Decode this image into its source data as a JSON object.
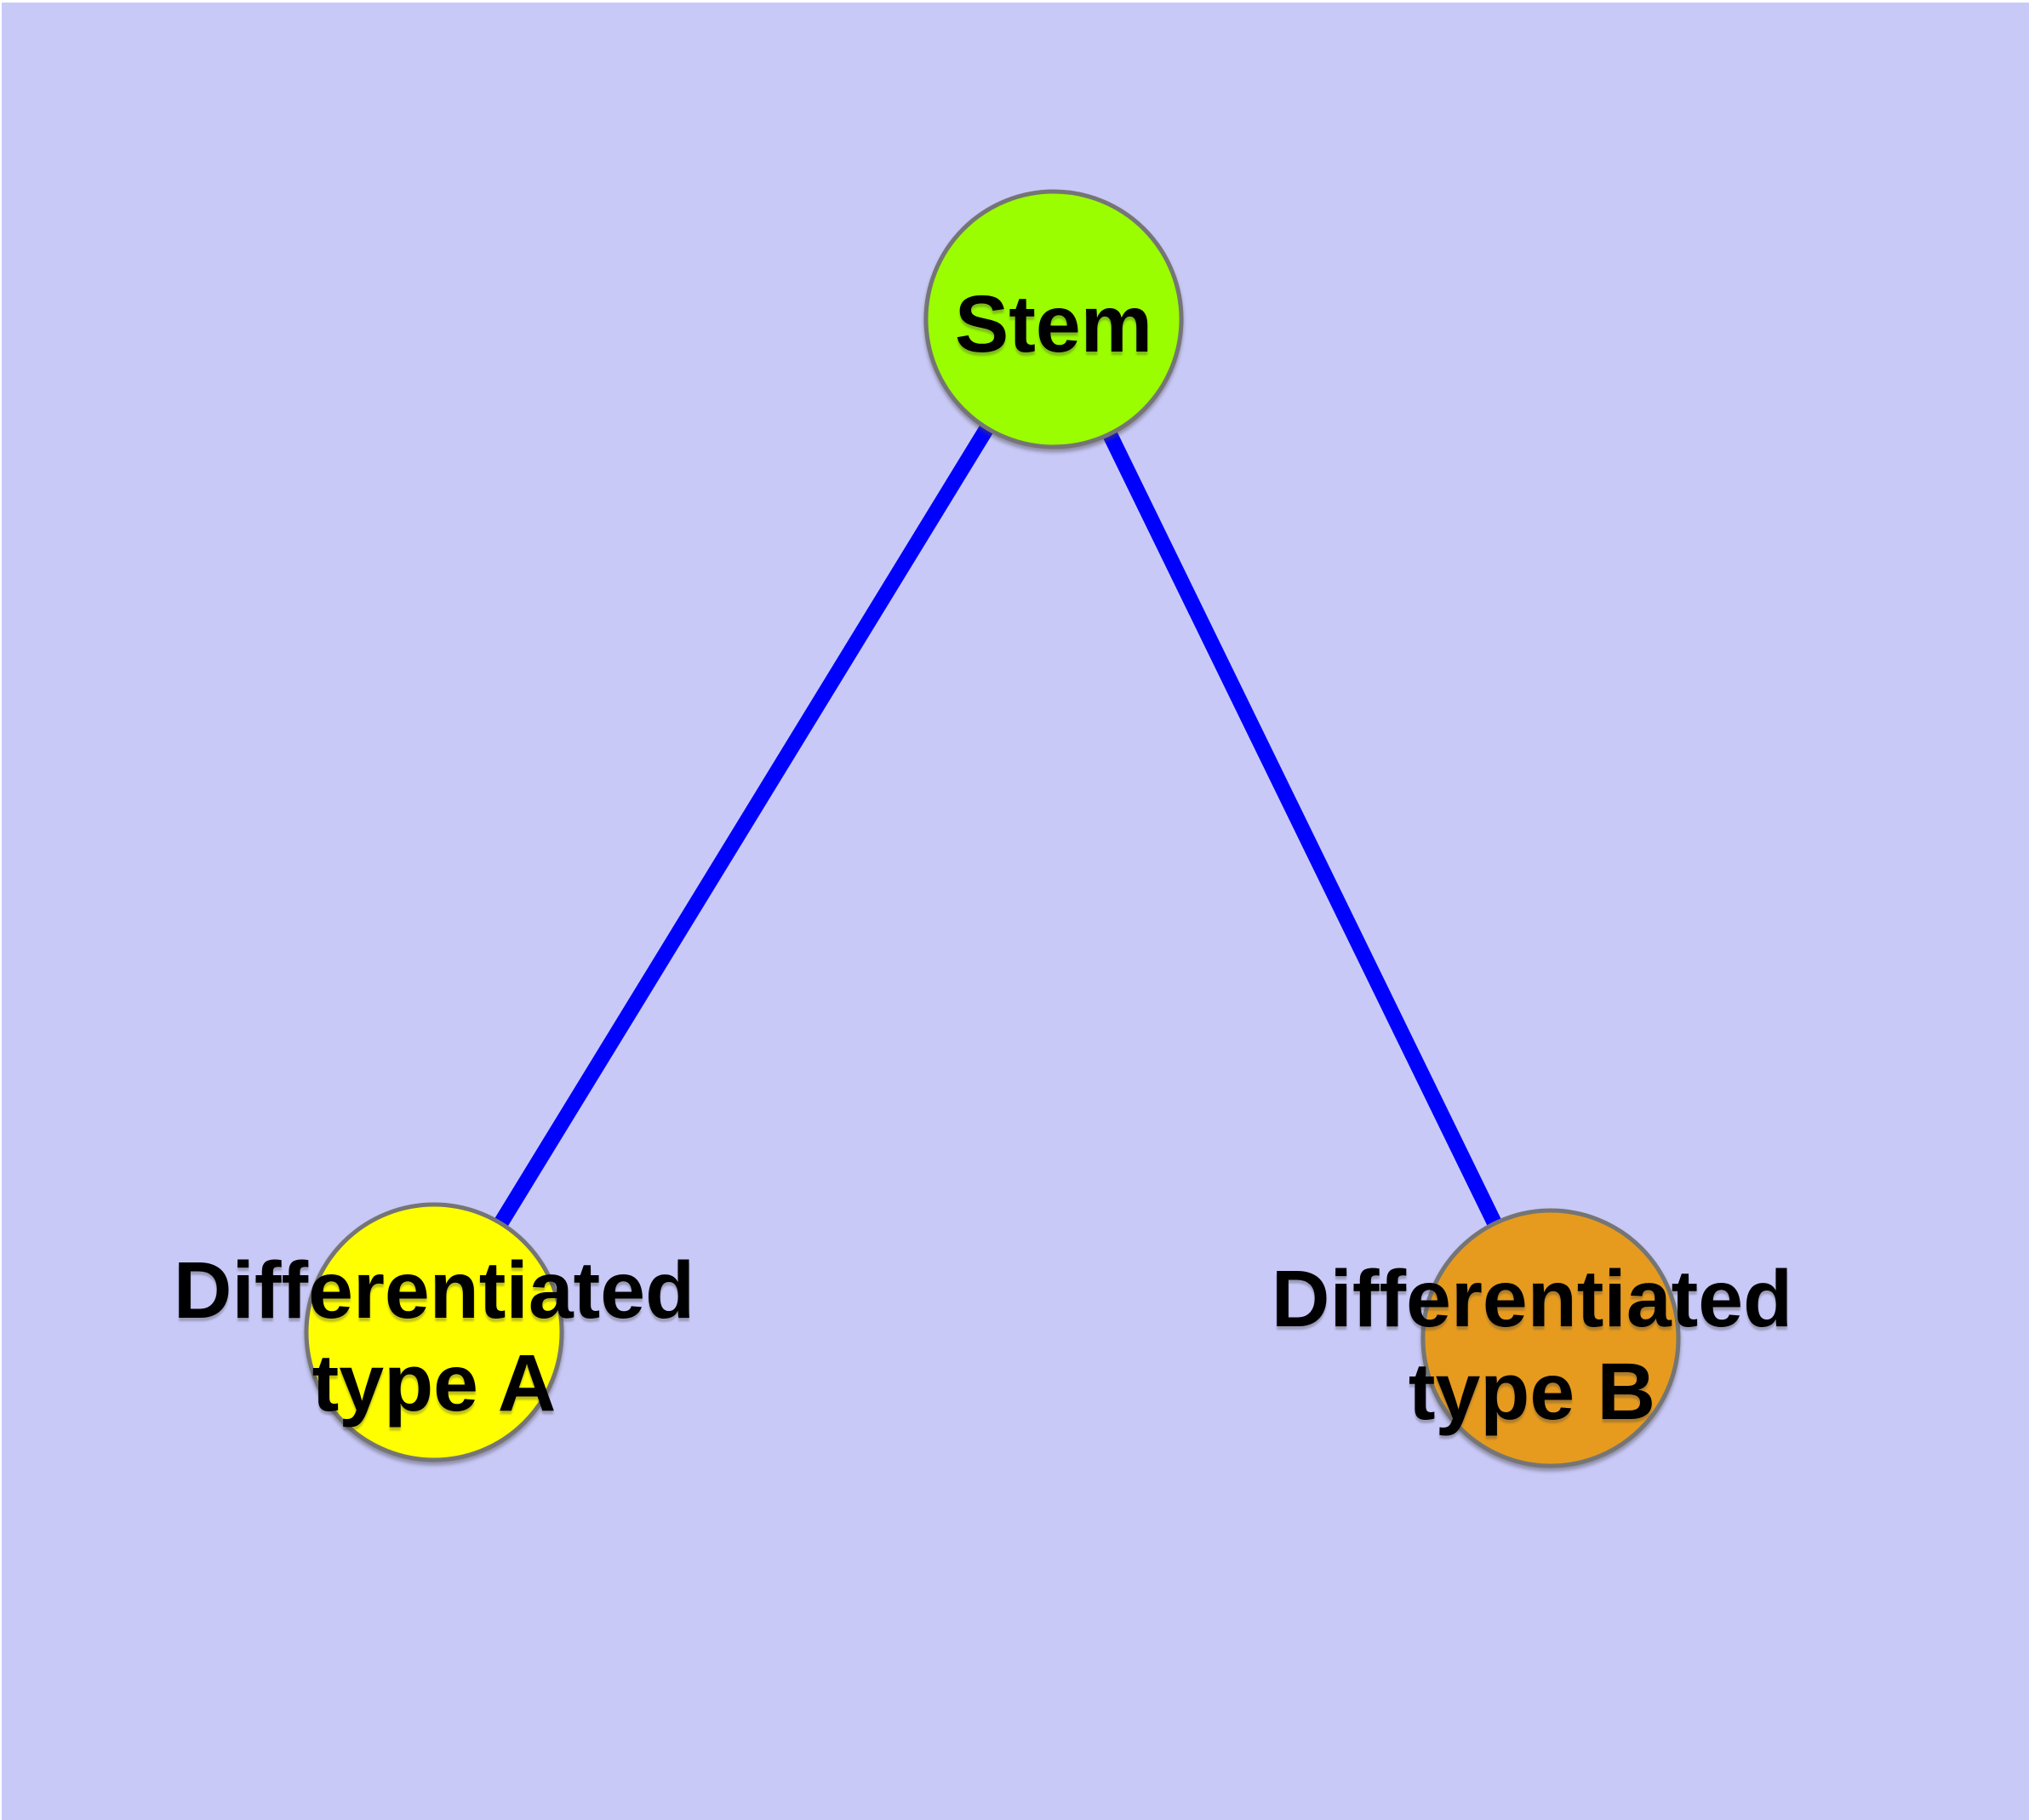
{
  "colors": {
    "page_margin": "#FFFFFF",
    "background": "#C9C9F8",
    "edge": "#0000FF",
    "node_border": "#757575",
    "label_text": "#000000"
  },
  "nodes": [
    {
      "id": "stem",
      "label": "Stem",
      "color": "#9AFE00"
    },
    {
      "id": "differentiated-type-a",
      "label_lines": [
        "Differentiated",
        "type A"
      ],
      "color": "#FFFF00"
    },
    {
      "id": "differentiated-type-b",
      "label_lines": [
        "Differentiated",
        "type B"
      ],
      "color": "#E69B1F"
    }
  ],
  "edges": [
    {
      "from": "stem",
      "to": "differentiated-type-a"
    },
    {
      "from": "stem",
      "to": "differentiated-type-b"
    }
  ]
}
